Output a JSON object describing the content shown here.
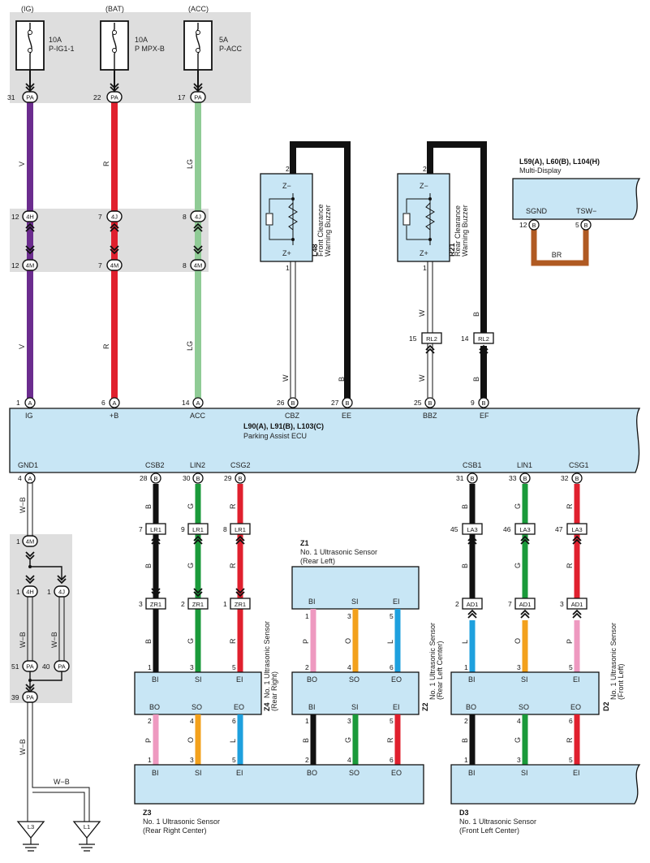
{
  "fuses": [
    {
      "source": "(IG)",
      "amp": "10A",
      "name": "P-IG1-1",
      "pin": "31",
      "conn": "PA"
    },
    {
      "source": "(BAT)",
      "amp": "10A",
      "name": "P MPX-B",
      "pin": "22",
      "conn": "PA"
    },
    {
      "source": "(ACC)",
      "amp": "5A",
      "name": "P-ACC",
      "pin": "17",
      "conn": "PA"
    }
  ],
  "wire_colors": {
    "V": "#6b2c8e",
    "R": "#e0202e",
    "LG": "#8fcb95",
    "B": "#111111",
    "W": "#ffffff",
    "G": "#1a9a3a",
    "P": "#ee99c0",
    "O": "#f3a11c",
    "L": "#1ea0de",
    "BR": "#b05a22",
    "WB": "#ffffff"
  },
  "left_wires": [
    {
      "top": "V",
      "mid": "V",
      "j1": "12",
      "c1": "4H",
      "j2": "12",
      "c2": "4M",
      "ecu_pin": "1",
      "ecu_conn": "A",
      "ecu_label": "IG"
    },
    {
      "top": "R",
      "mid": "R",
      "j1": "7",
      "c1": "4J",
      "j2": "7",
      "c2": "4M",
      "ecu_pin": "6",
      "ecu_conn": "A",
      "ecu_label": "+B"
    },
    {
      "top": "LG",
      "mid": "LG",
      "j1": "8",
      "c1": "4J",
      "j2": "8",
      "c2": "4M",
      "ecu_pin": "14",
      "ecu_conn": "A",
      "ecu_label": "ACC"
    }
  ],
  "buzzers": [
    {
      "id": "L48",
      "name1": "Front Clearance",
      "name2": "Warning Buzzer",
      "top_pin": "2",
      "bot_pin": "1",
      "zminus": "Z−",
      "zplus": "Z+"
    },
    {
      "id": "R21",
      "name1": "Rear Clearance",
      "name2": "Warning Buzzer",
      "top_pin": "2",
      "bot_pin": "1",
      "zminus": "Z−",
      "zplus": "Z+"
    }
  ],
  "buzzer_wires": [
    {
      "color": "W",
      "pin": "26",
      "conn": "B",
      "label": "CBZ"
    },
    {
      "color": "B",
      "pin": "27",
      "conn": "B",
      "label": "EE"
    },
    {
      "color": "W",
      "pin": "25",
      "conn": "B",
      "label": "BBZ",
      "rl_pin": "15",
      "rl": "RL2"
    },
    {
      "color": "B",
      "pin": "9",
      "conn": "B",
      "label": "EF",
      "rl_pin": "14",
      "rl": "RL2"
    }
  ],
  "multi_display": {
    "id": "L59(A), L60(B), L104(H)",
    "name": "Multi-Display",
    "sgnd": "SGND",
    "tsw": "TSW−",
    "p1": "12",
    "p2": "5",
    "conn": "B",
    "wire": "BR"
  },
  "ecu": {
    "id": "L90(A), L91(B), L103(C)",
    "name": "Parking Assist ECU",
    "gnd": "GND1",
    "gnd_pin": "4",
    "gnd_conn": "A"
  },
  "ecu_bottom_left": [
    {
      "label": "CSB2",
      "pin": "28",
      "conn": "B",
      "color": "B",
      "lr_pin": "7",
      "lr": "LR1",
      "zr_pin": "3",
      "zr": "ZR1"
    },
    {
      "label": "LIN2",
      "pin": "30",
      "conn": "B",
      "color": "G",
      "lr_pin": "9",
      "lr": "LR1",
      "zr_pin": "2",
      "zr": "ZR1"
    },
    {
      "label": "CSG2",
      "pin": "29",
      "conn": "B",
      "color": "R",
      "lr_pin": "8",
      "lr": "LR1",
      "zr_pin": "1",
      "zr": "ZR1"
    }
  ],
  "ecu_bottom_right": [
    {
      "label": "CSB1",
      "pin": "31",
      "conn": "B",
      "color": "B",
      "la_pin": "45",
      "la": "LA3",
      "ad_pin": "2",
      "ad": "AD1",
      "low": "L"
    },
    {
      "label": "LIN1",
      "pin": "33",
      "conn": "B",
      "color": "G",
      "la_pin": "46",
      "la": "LA3",
      "ad_pin": "7",
      "ad": "AD1",
      "low": "O"
    },
    {
      "label": "CSG1",
      "pin": "32",
      "conn": "B",
      "color": "R",
      "la_pin": "47",
      "la": "LA3",
      "ad_pin": "3",
      "ad": "AD1",
      "low": "P"
    }
  ],
  "gnd_chain": {
    "c1": "4M",
    "p1": "1",
    "c2": "4H",
    "p2": "1",
    "c3": "4J",
    "p3": "1",
    "c4": "PA",
    "p4": "51",
    "c5": "PA",
    "p5": "40",
    "c6": "PA",
    "p6": "39",
    "w1": "W−B",
    "w2": "W−B",
    "w3": "W−B",
    "w4": "W−B",
    "w5": "W−B",
    "g1": "L3",
    "g2": "L1"
  },
  "sensors": {
    "z1": {
      "id": "Z1",
      "name": "No. 1 Ultrasonic Sensor",
      "pos": "(Rear Left)",
      "pins": [
        "BI",
        "SI",
        "EI"
      ]
    },
    "z4": {
      "id": "Z4",
      "name": "No. 1 Ultrasonic Sensor",
      "pos": "(Rear Right)",
      "top": [
        "BI",
        "SI",
        "EI"
      ],
      "bot": [
        "BO",
        "SO",
        "EO"
      ]
    },
    "z2": {
      "id": "Z2",
      "name": "No. 1 Ultrasonic Sensor",
      "pos": "(Rear Left Center)",
      "top": [
        "BO",
        "SO",
        "EO"
      ],
      "bot": [
        "BI",
        "SI",
        "EI"
      ]
    },
    "d2": {
      "id": "D2",
      "name": "No. 1 Ultrasonic Sensor",
      "pos": "(Front Left)",
      "top": [
        "BI",
        "SI",
        "EI"
      ],
      "bot": [
        "BO",
        "SO",
        "EO"
      ]
    },
    "z3": {
      "id": "Z3",
      "name": "No. 1 Ultrasonic Sensor",
      "pos": "(Rear Right Center)",
      "pins": [
        "BI",
        "SI",
        "EI",
        "BO",
        "SO",
        "EO"
      ]
    },
    "d3": {
      "id": "D3",
      "name": "No. 1 Ultrasonic Sensor",
      "pos": "(Front Left Center)",
      "pins": [
        "BI",
        "SI",
        "EI"
      ]
    }
  },
  "sensor_pins": {
    "z4_top": [
      "1",
      "3",
      "5"
    ],
    "z4_bot": [
      "2",
      "4",
      "6"
    ],
    "z3_left": [
      "1",
      "3",
      "5"
    ],
    "z3_right": [
      "2",
      "4",
      "6"
    ],
    "z1": [
      "1",
      "3",
      "5"
    ],
    "z2_top": [
      "2",
      "4",
      "6"
    ],
    "z2_bot": [
      "1",
      "3",
      "5"
    ],
    "z2_low": [
      "2",
      "4",
      "6"
    ],
    "d2_top": [
      "1",
      "3",
      "5"
    ],
    "d2_bot": [
      "2",
      "4",
      "6"
    ],
    "d3": [
      "1",
      "3",
      "5"
    ]
  }
}
